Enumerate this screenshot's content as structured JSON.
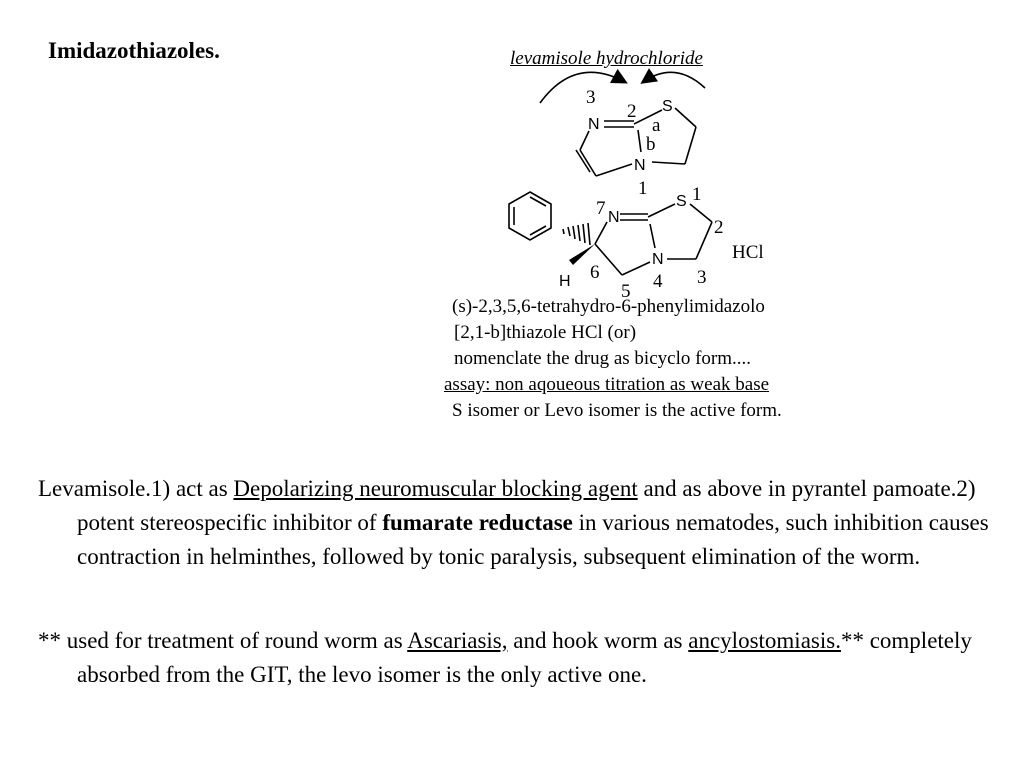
{
  "heading": "Imidazothiazoles.",
  "compound_title": "levamisole hydrochloride",
  "structure": {
    "top_ring": {
      "labels": {
        "pos3": "3",
        "pos2": "2",
        "a": "a",
        "b": "b",
        "pos1": "1"
      },
      "atoms": {
        "n_upper": "N",
        "s": "S",
        "n_lower": "N"
      }
    },
    "bottom_ring": {
      "labels": {
        "pos7": "7",
        "pos1": "1",
        "pos2": "2",
        "pos3": "3",
        "pos4": "4",
        "pos5": "5",
        "pos6": "6"
      },
      "atoms": {
        "n_left": "N",
        "s": "S",
        "n_bottom": "N",
        "h": "H"
      },
      "salt": "HCl"
    }
  },
  "notes": {
    "line1": "(s)-2,3,5,6-tetrahydro-6-phenylimidazolo",
    "line2": "[2,1-b]thiazole HCl  (or)",
    "line3": "nomenclate the drug as bicyclo form....",
    "line4": "assay: non aqoueous titration as weak base",
    "line5": "S isomer or Levo isomer is the active form."
  },
  "para1": {
    "t1": "Levamisole.1) act as ",
    "link1": "Depolarizing neuromuscular blocking agent",
    "t2": " and as above in pyrantel pamoate.2) potent stereospecific inhibitor of ",
    "bold1": "fumarate reductase",
    "t3": " in various nematodes, such inhibition causes contraction in helminthes, followed by tonic paralysis, subsequent elimination of the worm."
  },
  "para2": {
    "t1": "** used for treatment of round worm as ",
    "link1": "Ascariasis,",
    "t2": " and hook worm as ",
    "link2": "ancylostomiasis.",
    "t3": "** completely absorbed from the GIT, the levo isomer is the only active one."
  }
}
